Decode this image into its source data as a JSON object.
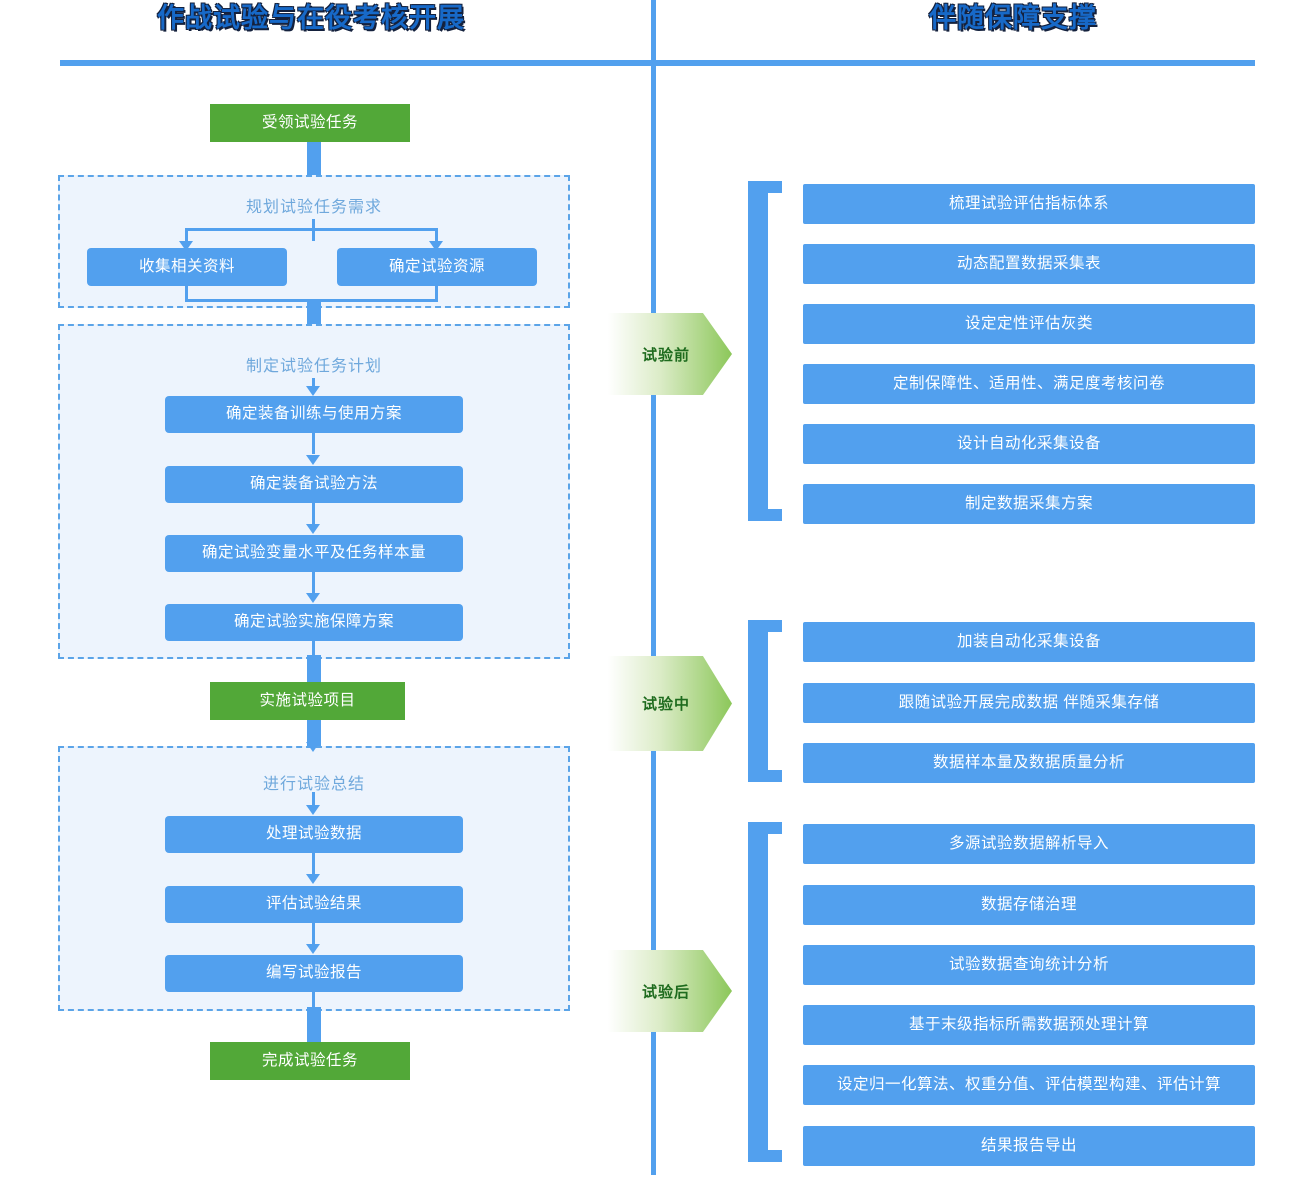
{
  "headings": {
    "left": "作战试验与在役考核开展",
    "right": "伴随保障支撑"
  },
  "colors": {
    "accent_blue": "#52A0EE",
    "node_blue": "#52A0EE",
    "node_green": "#52A838",
    "group_fill": "#EDF4FD",
    "group_border": "#5BA4E8",
    "title_blue": "#1769C8",
    "stage_green": "#8CC75A",
    "stage_text": "#1E6B1E",
    "group_label": "#6FA8DC"
  },
  "left_flow": {
    "start_node": "受领试验任务",
    "group1": {
      "label": "规划试验任务需求",
      "children": [
        "收集相关资料",
        "确定试验资源"
      ]
    },
    "group2": {
      "label": "制定试验任务计划",
      "children": [
        "确定装备训练与使用方案",
        "确定装备试验方法",
        "确定试验变量水平及任务样本量",
        "确定试验实施保障方案"
      ]
    },
    "mid_node": "实施试验项目",
    "group3": {
      "label": "进行试验总结",
      "children": [
        "处理试验数据",
        "评估试验结果",
        "编写试验报告"
      ]
    },
    "end_node": "完成试验任务"
  },
  "right_flow": {
    "stages": [
      {
        "name": "试验前",
        "items": [
          "梳理试验评估指标体系",
          "动态配置数据采集表",
          "设定定性评估灰类",
          "定制保障性、适用性、满足度考核问卷",
          "设计自动化采集设备",
          "制定数据采集方案"
        ]
      },
      {
        "name": "试验中",
        "items": [
          "加装自动化采集设备",
          "跟随试验开展完成数据 伴随采集存储",
          "数据样本量及数据质量分析"
        ]
      },
      {
        "name": "试验后",
        "items": [
          "多源试验数据解析导入",
          "数据存储治理",
          "试验数据查询统计分析",
          "基于末级指标所需数据预处理计算",
          "设定归一化算法、权重分值、评估模型构建、评估计算",
          "结果报告导出"
        ]
      }
    ]
  }
}
